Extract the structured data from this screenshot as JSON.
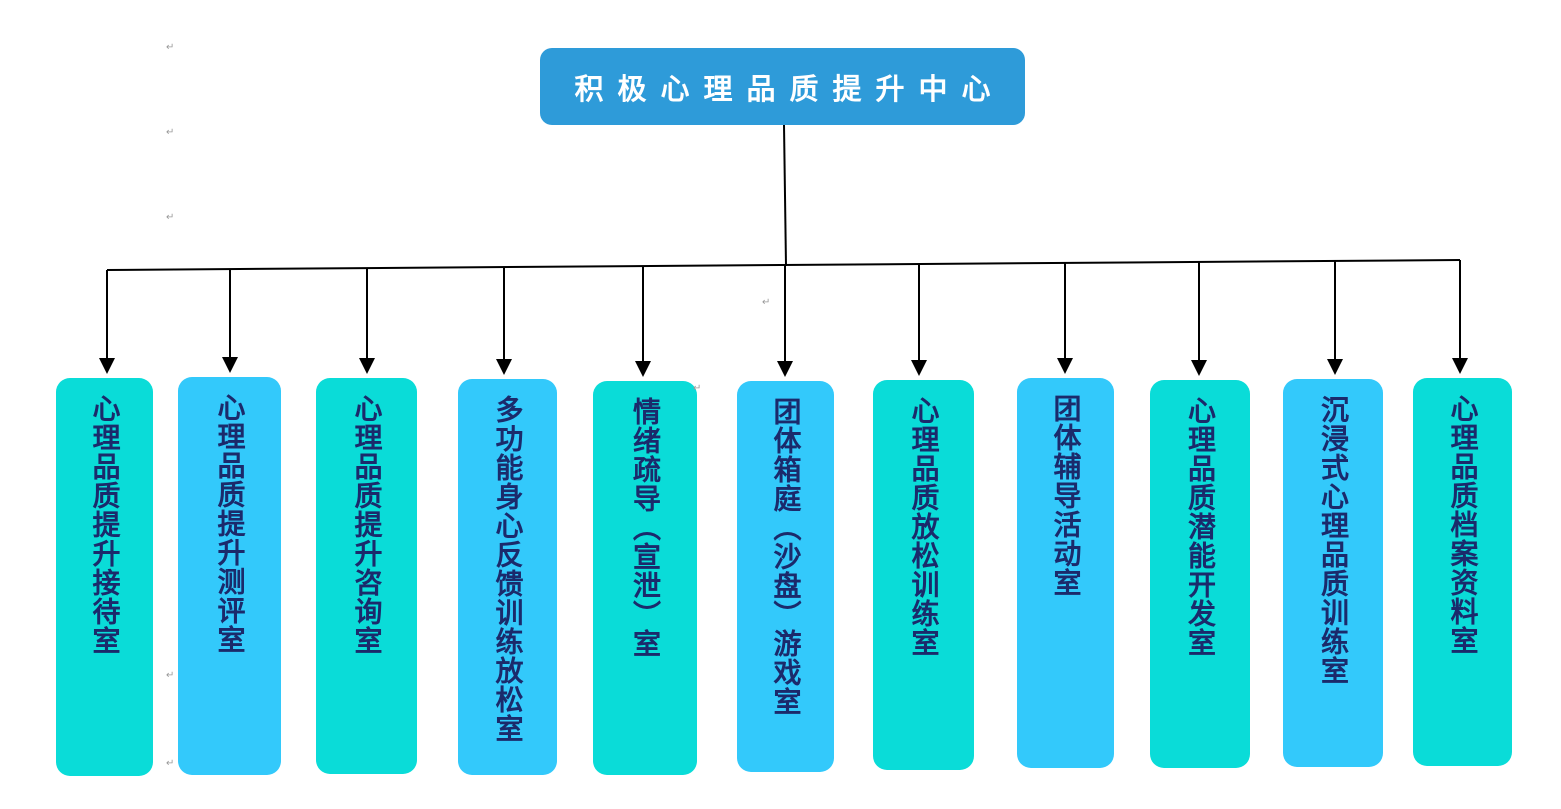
{
  "root": {
    "label": "积极心理品质提升中心",
    "color": "#2e9bd9"
  },
  "children": [
    {
      "label": "心理品质提升接待室",
      "color": "#0adcd8"
    },
    {
      "label": "心理品质提升测评室",
      "color": "#33c9fb"
    },
    {
      "label": "心理品质提升咨询室",
      "color": "#0adcd8"
    },
    {
      "label": "多功能身心反馈训练放松室",
      "color": "#33c9fb"
    },
    {
      "label": "情绪疏导（宣泄）室",
      "color": "#0adcd8"
    },
    {
      "label": "团体箱庭（沙盘）游戏室",
      "color": "#33c9fb"
    },
    {
      "label": "心理品质放松训练室",
      "color": "#0adcd8"
    },
    {
      "label": "团体辅导活动室",
      "color": "#33c9fb"
    },
    {
      "label": "心理品质潜能开发室",
      "color": "#0adcd8"
    },
    {
      "label": "沉浸式心理品质训练室",
      "color": "#33c9fb"
    },
    {
      "label": "心理品质档案资料室",
      "color": "#0adcd8"
    }
  ],
  "text_color": "#1b2a6b",
  "connector_color": "#000000",
  "paragraph_mark": "↵"
}
